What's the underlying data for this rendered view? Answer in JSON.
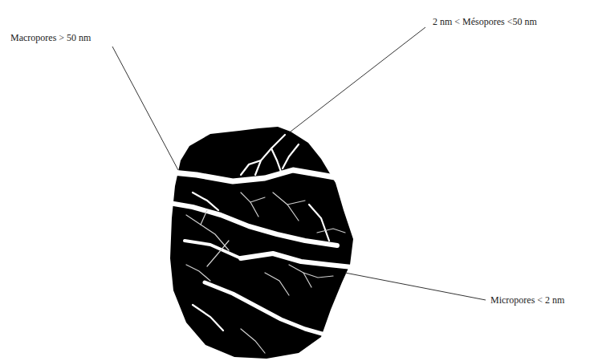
{
  "diagram": {
    "labels": [
      "Macropores > 50 nm",
      "2 nm < Mésopores <50 nm",
      "Micropores < 2 nm"
    ]
  }
}
